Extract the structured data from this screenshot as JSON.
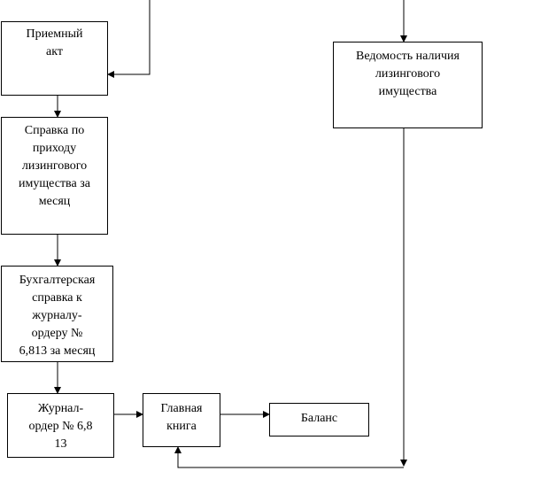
{
  "boxes": {
    "receipt_act": [
      "Приемный",
      "акт"
    ],
    "leasing_statement": [
      "Ведомость наличия",
      "лизингового",
      "имущества"
    ],
    "income_certificate": [
      "Справка по",
      "приходу",
      "лизингового",
      "имущества за",
      "месяц"
    ],
    "accounting_certificate": [
      "Бухгалтерская",
      "справка к",
      "журналу-",
      "ордеру №",
      "6,813 за месяц"
    ],
    "journal_order": [
      "Журнал-",
      "ордер № 6,8",
      "13"
    ],
    "general_ledger": [
      "Главная",
      "книга"
    ],
    "balance": [
      "Баланс"
    ]
  },
  "colors": {
    "line": "#000000",
    "box_fill": "#ffffff"
  }
}
